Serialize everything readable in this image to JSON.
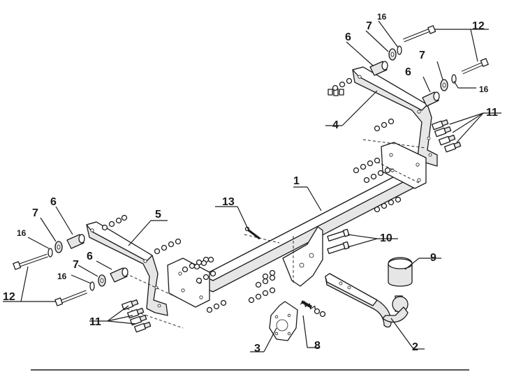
{
  "diagram": {
    "callouts": [
      {
        "id": "c1",
        "label": "1"
      },
      {
        "id": "c2",
        "label": "2"
      },
      {
        "id": "c3",
        "label": "3"
      },
      {
        "id": "c4",
        "label": "4"
      },
      {
        "id": "c5",
        "label": "5"
      },
      {
        "id": "c6a",
        "label": "6"
      },
      {
        "id": "c6b",
        "label": "6"
      },
      {
        "id": "c6c",
        "label": "6"
      },
      {
        "id": "c6d",
        "label": "6"
      },
      {
        "id": "c7a",
        "label": "7"
      },
      {
        "id": "c7b",
        "label": "7"
      },
      {
        "id": "c7c",
        "label": "7"
      },
      {
        "id": "c7d",
        "label": "7"
      },
      {
        "id": "c8",
        "label": "8"
      },
      {
        "id": "c9",
        "label": "9"
      },
      {
        "id": "c10",
        "label": "10"
      },
      {
        "id": "c11a",
        "label": "11"
      },
      {
        "id": "c11b",
        "label": "11"
      },
      {
        "id": "c12a",
        "label": "12"
      },
      {
        "id": "c12b",
        "label": "12"
      },
      {
        "id": "c13",
        "label": "13"
      },
      {
        "id": "c16a",
        "label": "16"
      },
      {
        "id": "c16b",
        "label": "16"
      },
      {
        "id": "c16c",
        "label": "16"
      },
      {
        "id": "c16d",
        "label": "16"
      }
    ]
  }
}
